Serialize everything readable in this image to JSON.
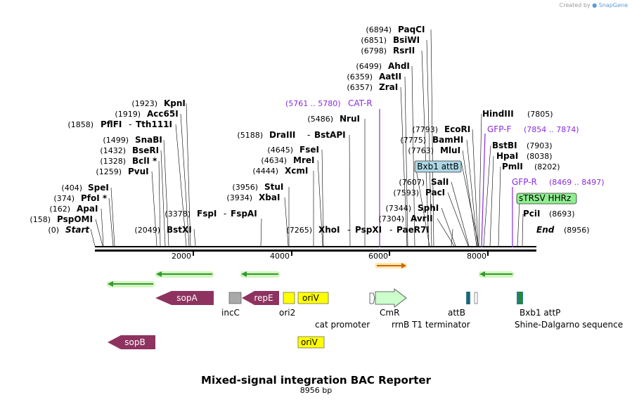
{
  "credit": {
    "prefix": "Created by",
    "brand": "SnapGene"
  },
  "map": {
    "title": "Mixed-signal integration BAC Reporter",
    "length_label": "8956 bp",
    "length_bp": 8956,
    "ruler_ticks": [
      "2000",
      "4000",
      "6000",
      "8000"
    ],
    "colors": {
      "backbone": "#000000",
      "primer": "#8a2be2",
      "feature_magenta": "#8e3360",
      "grey_box": "#a9a9a9",
      "yellow_box": "#ffff00",
      "green_light": "#ccffcc",
      "misc_blue": "#add8e6",
      "ribozyme_green": "#90ee90",
      "orf_arrow": "#66cc33",
      "primer_bar": "#ff9900"
    }
  },
  "enzymes_left": [
    {
      "pos": "(1923)",
      "name": "KpnI",
      "bp": 1923
    },
    {
      "pos": "(1919)",
      "name": "Acc65I",
      "bp": 1919
    },
    {
      "pos": "(1858)",
      "name": "PflFI",
      "name2": "Tth111I",
      "bp": 1858
    },
    {
      "pos": "(1499)",
      "name": "SnaBI",
      "bp": 1499
    },
    {
      "pos": "(1432)",
      "name": "BseRI",
      "bp": 1432
    },
    {
      "pos": "(1328)",
      "name": "BclI *",
      "bp": 1328
    },
    {
      "pos": "(1259)",
      "name": "PvuI",
      "bp": 1259
    },
    {
      "pos": "(404)",
      "name": "SpeI",
      "bp": 404
    },
    {
      "pos": "(374)",
      "name": "PfoI *",
      "bp": 374
    },
    {
      "pos": "(162)",
      "name": "ApaI",
      "bp": 162
    },
    {
      "pos": "(158)",
      "name": "PspOMI",
      "bp": 158
    },
    {
      "pos": "(0)",
      "name": "Start",
      "bp": 0
    },
    {
      "pos": "(2049)",
      "name": "BstXI",
      "bp": 2049
    },
    {
      "pos": "(3378)",
      "name": "FspI",
      "name2": "FspAI",
      "bp": 3378
    }
  ],
  "enzymes_mid": [
    {
      "pos": "(6894)",
      "name": "PaqCI",
      "bp": 6894
    },
    {
      "pos": "(6851)",
      "name": "BsiWI",
      "bp": 6851
    },
    {
      "pos": "(6798)",
      "name": "RsrII",
      "bp": 6798
    },
    {
      "pos": "(6499)",
      "name": "AhdI",
      "bp": 6499
    },
    {
      "pos": "(6359)",
      "name": "AatII",
      "bp": 6359
    },
    {
      "pos": "(6357)",
      "name": "ZraI",
      "bp": 6357
    },
    {
      "pos": "(5486)",
      "name": "NruI",
      "bp": 5486
    },
    {
      "pos": "(5188)",
      "name": "DraIII",
      "name2": "BstAPI",
      "bp": 5188
    },
    {
      "pos": "(4645)",
      "name": "FseI",
      "bp": 4645
    },
    {
      "pos": "(4634)",
      "name": "MreI",
      "bp": 4634
    },
    {
      "pos": "(4444)",
      "name": "XcmI",
      "bp": 4444
    },
    {
      "pos": "(3956)",
      "name": "StuI",
      "bp": 3956
    },
    {
      "pos": "(3934)",
      "name": "XbaI",
      "bp": 3934
    },
    {
      "pos": "(7265)",
      "name": "XhoI",
      "name2": "PspXI",
      "name3": "PaeR7I",
      "bp": 7265
    }
  ],
  "enzymes_right": [
    {
      "pos": "(7793)",
      "name": "EcoRI",
      "bp": 7793
    },
    {
      "pos": "(7775)",
      "name": "BamHI",
      "bp": 7775
    },
    {
      "pos": "(7763)",
      "name": "MluI",
      "bp": 7763
    },
    {
      "pos": "(7607)",
      "name": "SalI",
      "bp": 7607
    },
    {
      "pos": "(7593)",
      "name": "PacI",
      "bp": 7593
    },
    {
      "pos": "(7344)",
      "name": "SphI",
      "bp": 7344
    },
    {
      "pos": "(7304)",
      "name": "AvrII",
      "bp": 7304
    },
    {
      "name": "HindIII",
      "pos": "(7805)",
      "bp": 7805
    },
    {
      "name": "BstBI",
      "pos": "(7903)",
      "bp": 7903
    },
    {
      "name": "HpaI",
      "pos": "(8038)",
      "bp": 8038
    },
    {
      "name": "PmlI",
      "pos": "(8202)",
      "bp": 8202
    },
    {
      "name": "PciI",
      "pos": "(8693)",
      "bp": 8693
    },
    {
      "name": "End",
      "pos": "(8956)",
      "bp": 8956
    }
  ],
  "primers": [
    {
      "range": "(5761 .. 5780)",
      "name": "CAT-R"
    },
    {
      "name": "GFP-F",
      "range": "(7854 .. 7874)"
    },
    {
      "name": "GFP-R",
      "range": "(8469 .. 8497)"
    }
  ],
  "boxed_labels": {
    "bxb1_attb": "Bxb1 attB",
    "strsv": "sTRSV HHRz"
  },
  "features": {
    "sopA": "sopA",
    "sopB": "sopB",
    "repE": "repE",
    "oriV_top": "oriV",
    "oriV_bottom": "oriV",
    "incC": "incC",
    "ori2": "ori2",
    "cat_promoter": "cat promoter",
    "CmR": "CmR",
    "rrnB": "rrnB T1 terminator",
    "attB": "attB",
    "bxb1_attp": "Bxb1 attP",
    "shine": "Shine-Dalgarno sequence"
  }
}
